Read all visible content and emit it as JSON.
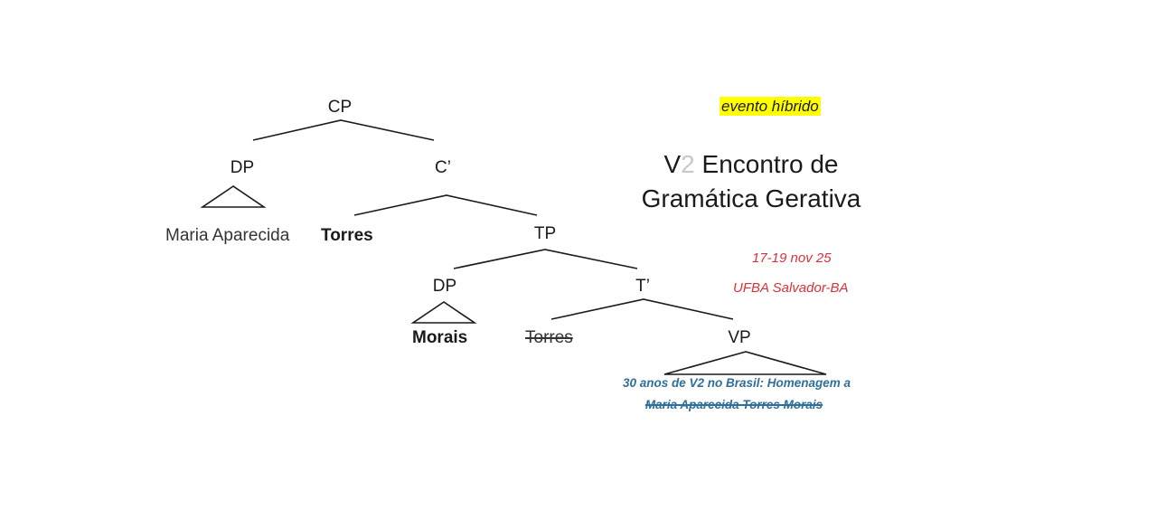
{
  "tree": {
    "nodes": {
      "cp": "CP",
      "dp_spec": "DP",
      "c_bar": "C’",
      "tp": "TP",
      "dp_tp_spec": "DP",
      "t_bar": "T’",
      "vp": "VP"
    },
    "leaves": {
      "maria_aparecida": "Maria Aparecida",
      "torres_c": "Torres",
      "morais": "Morais",
      "torres_trace": "Torres",
      "vp_line1": "30 anos de V2 no Brasil: Homenagem a",
      "vp_line2": "Maria Aparecida Torres Morais"
    }
  },
  "event": {
    "badge": "evento híbrido",
    "title_v": "V",
    "title_two": "2",
    "title_rest_line1": " Encontro de",
    "title_line2": "Gramática Gerativa",
    "dates": "17-19 nov 25",
    "location": "UFBA Salvador-BA"
  },
  "colors": {
    "highlight": "#ffff00",
    "red_text": "#d9333a",
    "blue_text": "#2f6f99"
  }
}
